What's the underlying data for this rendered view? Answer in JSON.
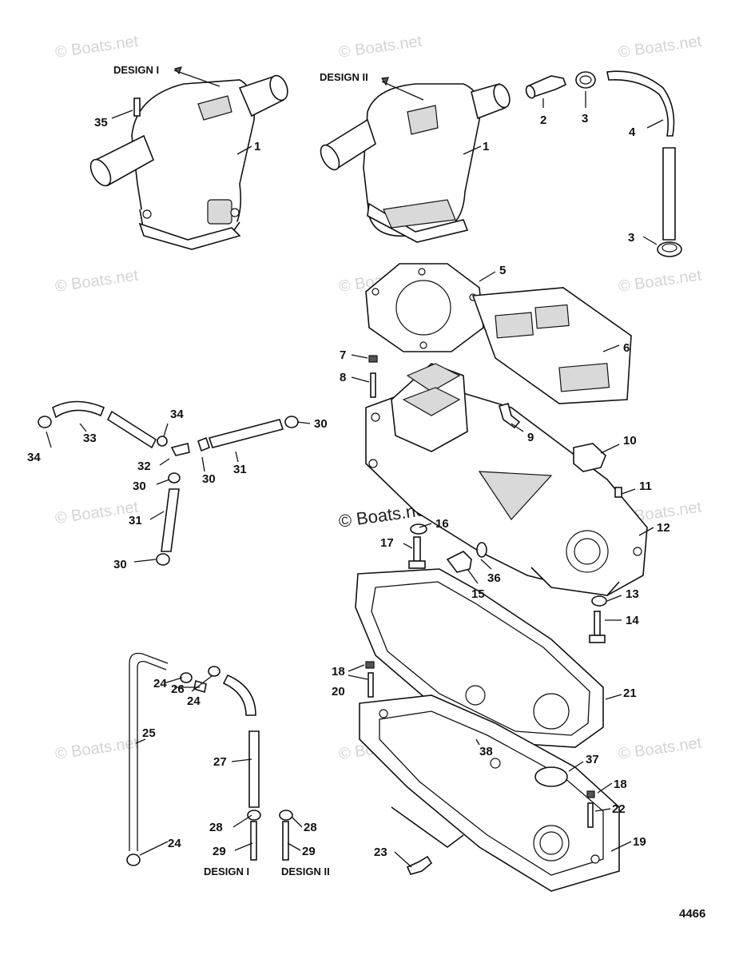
{
  "watermark": "© Boats.net",
  "figure_number": "4466",
  "design_labels": {
    "design_1": "DESIGN I",
    "design_2": "DESIGN II"
  },
  "callouts": [
    "35",
    "1",
    "1",
    "2",
    "3",
    "4",
    "3",
    "5",
    "6",
    "7",
    "8",
    "9",
    "10",
    "11",
    "12",
    "13",
    "14",
    "15",
    "16",
    "17",
    "36",
    "34",
    "33",
    "34",
    "32",
    "30",
    "30",
    "30",
    "31",
    "31",
    "30",
    "24",
    "26",
    "24",
    "25",
    "27",
    "24",
    "28",
    "29",
    "28",
    "29",
    "18",
    "20",
    "21",
    "38",
    "37",
    "18",
    "22",
    "19",
    "23"
  ]
}
